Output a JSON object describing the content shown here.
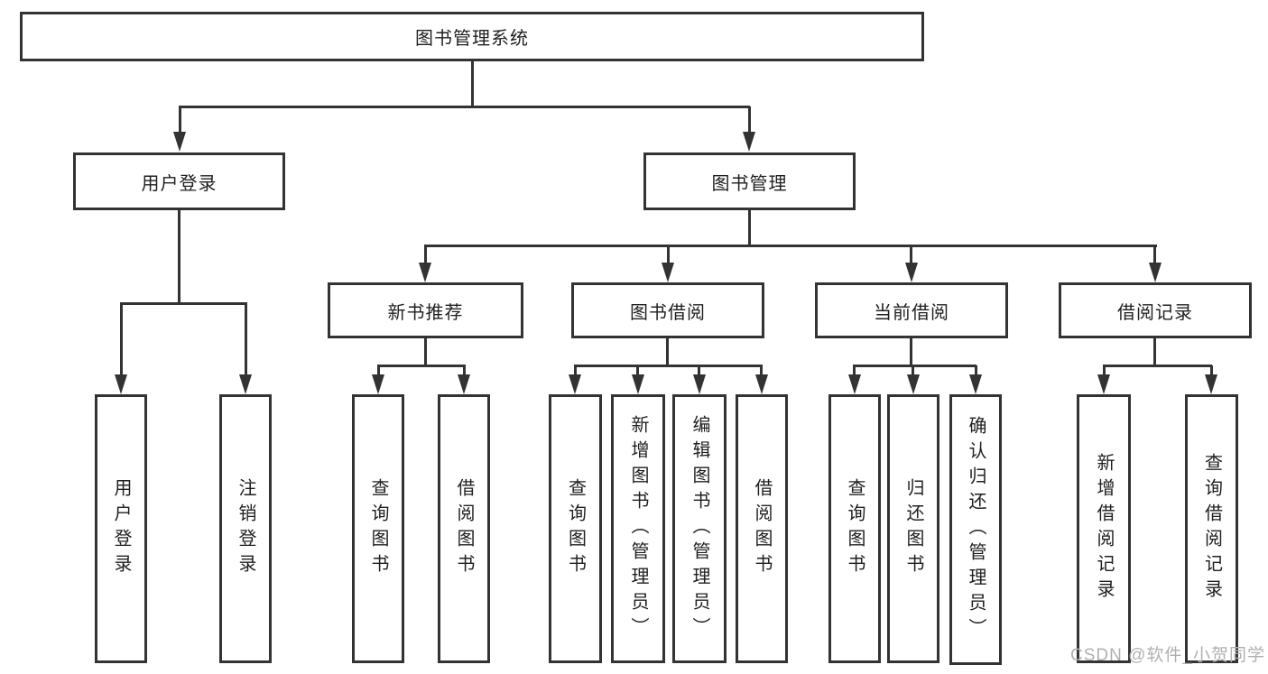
{
  "diagram": {
    "title": "图书管理系统",
    "root": "图书管理系统",
    "level2": [
      "用户登录",
      "图书管理"
    ],
    "level3": [
      "新书推荐",
      "图书借阅",
      "当前借阅",
      "借阅记录"
    ],
    "leaves": {
      "user_login": [
        "用户登录",
        "注销登录"
      ],
      "new_book": [
        "查询图书",
        "借阅图书"
      ],
      "book_borrow": [
        "查询图书",
        "新增图书（管理员）",
        "编辑图书（管理员）",
        "借阅图书"
      ],
      "current_borrow": [
        "查询图书",
        "归还图书",
        "确认归还（管理员）"
      ],
      "borrow_record": [
        "新增借阅记录",
        "查询借阅记录"
      ]
    },
    "hierarchy": [
      {
        "parent": "图书管理系统",
        "children": [
          "用户登录",
          "图书管理"
        ]
      },
      {
        "parent": "用户登录",
        "children": [
          "用户登录",
          "注销登录"
        ]
      },
      {
        "parent": "图书管理",
        "children": [
          "新书推荐",
          "图书借阅",
          "当前借阅",
          "借阅记录"
        ]
      },
      {
        "parent": "新书推荐",
        "children": [
          "查询图书",
          "借阅图书"
        ]
      },
      {
        "parent": "图书借阅",
        "children": [
          "查询图书",
          "新增图书（管理员）",
          "编辑图书（管理员）",
          "借阅图书"
        ]
      },
      {
        "parent": "当前借阅",
        "children": [
          "查询图书",
          "归还图书",
          "确认归还（管理员）"
        ]
      },
      {
        "parent": "借阅记录",
        "children": [
          "新增借阅记录",
          "查询借阅记录"
        ]
      }
    ]
  },
  "watermark": "CSDN @软件_小贺同学",
  "colors": {
    "line": "#333333",
    "box_background": "#ffffff",
    "text": "#1f1f1f",
    "watermark": "#b0b0b0"
  }
}
